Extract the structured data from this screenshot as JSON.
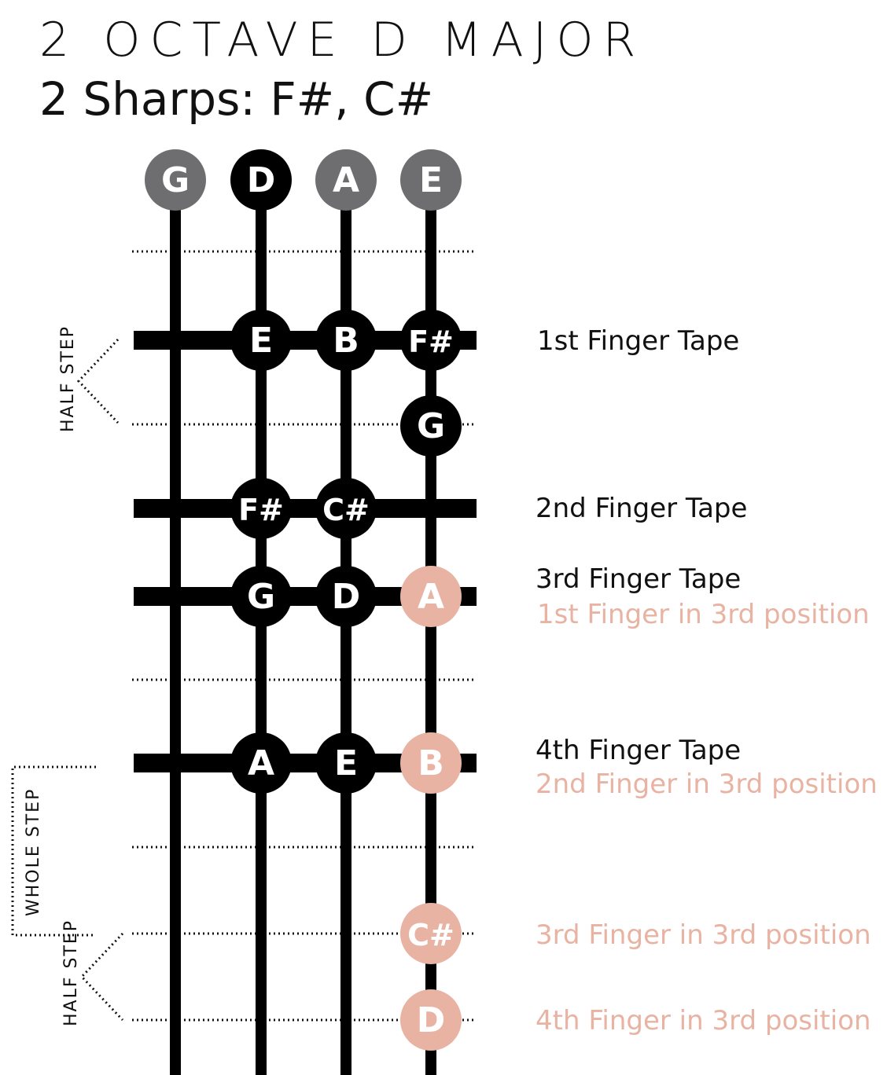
{
  "title": "2 OCTAVE D MAJOR",
  "subtitle": "2 Sharps: F#, C#",
  "colors": {
    "black": "#000000",
    "open_gray": "#6e6e70",
    "third_position_pink": "#e8b3a3"
  },
  "open_strings": [
    {
      "note": "G",
      "style": "gray"
    },
    {
      "note": "D",
      "style": "black"
    },
    {
      "note": "A",
      "style": "gray"
    },
    {
      "note": "E",
      "style": "gray"
    }
  ],
  "finger_notes": [
    {
      "note": "E",
      "string": 1,
      "row": "tape1",
      "style": "black"
    },
    {
      "note": "B",
      "string": 2,
      "row": "tape1",
      "style": "black"
    },
    {
      "note": "F#",
      "string": 3,
      "row": "tape1",
      "style": "black"
    },
    {
      "note": "G",
      "string": 3,
      "row": "low2",
      "style": "black"
    },
    {
      "note": "F#",
      "string": 1,
      "row": "tape2",
      "style": "black"
    },
    {
      "note": "C#",
      "string": 2,
      "row": "tape2",
      "style": "black"
    },
    {
      "note": "G",
      "string": 1,
      "row": "tape3",
      "style": "black"
    },
    {
      "note": "D",
      "string": 2,
      "row": "tape3",
      "style": "black"
    },
    {
      "note": "A",
      "string": 3,
      "row": "tape3",
      "style": "pink"
    },
    {
      "note": "A",
      "string": 1,
      "row": "tape4",
      "style": "black"
    },
    {
      "note": "E",
      "string": 2,
      "row": "tape4",
      "style": "black"
    },
    {
      "note": "B",
      "string": 3,
      "row": "tape4",
      "style": "pink"
    },
    {
      "note": "C#",
      "string": 3,
      "row": "pos3_3",
      "style": "pink"
    },
    {
      "note": "D",
      "string": 3,
      "row": "pos3_4",
      "style": "pink"
    }
  ],
  "labels": {
    "tape1": "1st Finger Tape",
    "tape2": "2nd Finger Tape",
    "tape3": "3rd Finger Tape",
    "tape3_sub": "1st Finger in 3rd position",
    "tape4": "4th Finger Tape",
    "tape4_sub": "2nd Finger in 3rd position",
    "pos3_3": "3rd Finger in 3rd position",
    "pos3_4": "4th Finger in 3rd position"
  },
  "brackets": {
    "half_step_upper": "HALF STEP",
    "whole_step": "WHOLE STEP",
    "half_step_lower": "HALF STEP"
  }
}
